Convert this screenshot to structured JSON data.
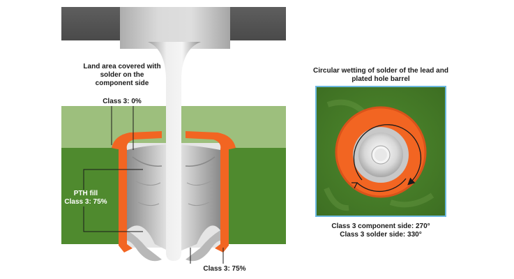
{
  "labels": {
    "land_area": "Land area covered with\nsolder on the\ncomponent side",
    "class3_top": "Class 3: 0%",
    "pth_fill": "PTH fill\nClass 3: 75%",
    "class3_bottom": "Class 3: 75%",
    "circular_wetting": "Circular wetting of solder of the lead and\nplated hole barrel",
    "component_side": "Class 3 component side: 270°",
    "solder_side": "Class 3 solder side: 330°"
  },
  "colors": {
    "copper_orange": "#f26522",
    "board_green": "#4f8a2e",
    "board_light_green": "#9dbf7d",
    "component_gray": "#595959",
    "lead_silver": "#c9c9c9"
  }
}
